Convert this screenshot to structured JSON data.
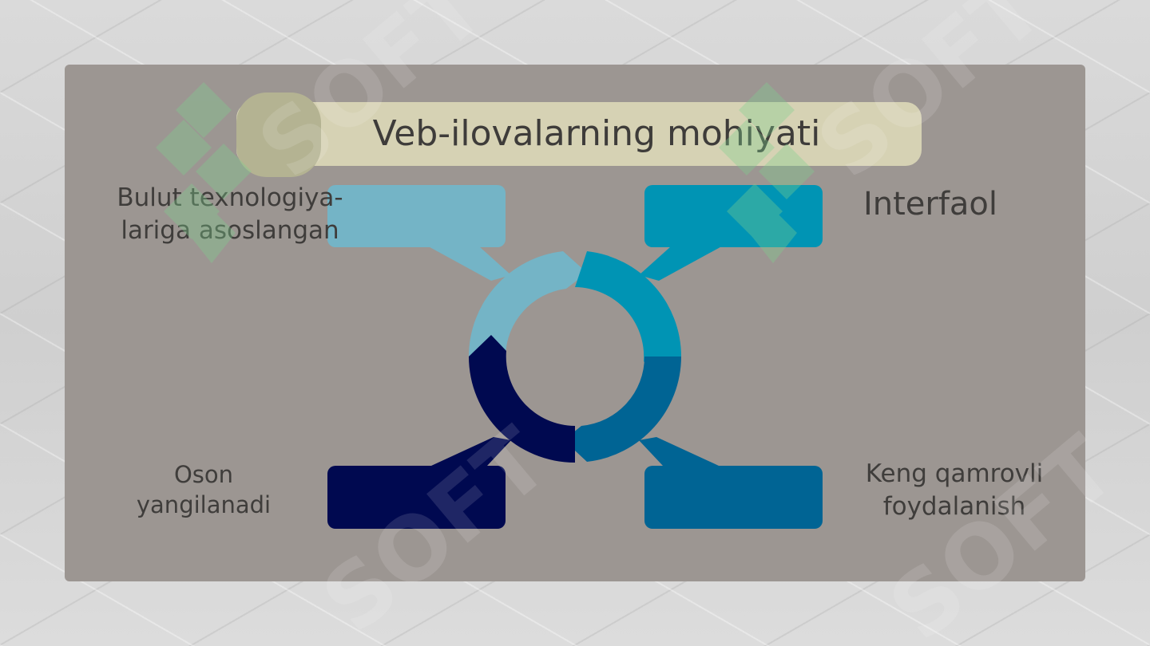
{
  "slide": {
    "title": "Veb-ilovalarning mohiyati"
  },
  "diagram": {
    "items": [
      {
        "label": "Bulut texnologiya-\nlariga asoslangan",
        "color": "#74b4c6"
      },
      {
        "label": "Interfaol",
        "color": "#0094b4"
      },
      {
        "label": "Keng qamrovli\nfoydalanish",
        "color": "#006494"
      },
      {
        "label": "Oson\nyangilanadi",
        "color": "#000950"
      }
    ]
  },
  "colors": {
    "panel": "#9c9692",
    "title_bar": "#d6d2b4",
    "title_deco": "#b4b392",
    "text": "#3f3d3b"
  },
  "watermark": {
    "text": "SOFT",
    "logo_color": "#7fd18f"
  }
}
